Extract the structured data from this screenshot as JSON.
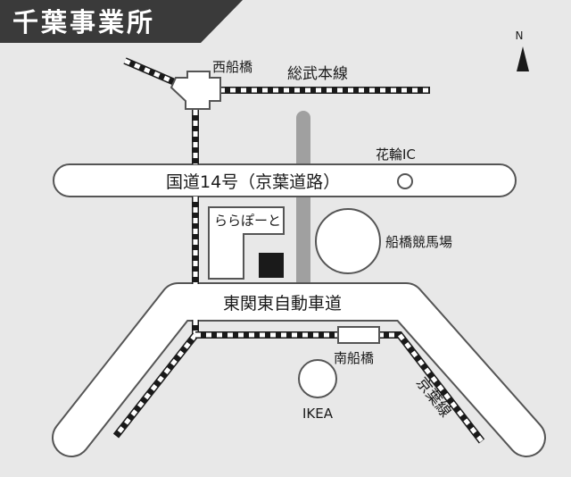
{
  "title": "千葉事業所",
  "compass": {
    "label": "N"
  },
  "stations": {
    "nishifunabashi": "西船橋",
    "minamifunabashi": "南船橋"
  },
  "railways": {
    "sobu_line": "総武本線",
    "keiyo_line": "京葉線"
  },
  "roads": {
    "route14": "国道14号（京葉道路）",
    "higashikanto": "東関東自動車道"
  },
  "interchanges": {
    "hanawa_ic": "花輪IC"
  },
  "landmarks": {
    "lalaport": "ららぽーと",
    "racecourse": "船橋競馬場",
    "ikea": "IKEA"
  },
  "colors": {
    "title_bg": "#3a3a3a",
    "map_bg": "#e8e8e8",
    "road_fill": "#ffffff",
    "road_outline": "#555555",
    "rail_dark": "#1a1a1a",
    "gray_road": "#a0a0a0",
    "office_marker": "#1a1a1a"
  }
}
